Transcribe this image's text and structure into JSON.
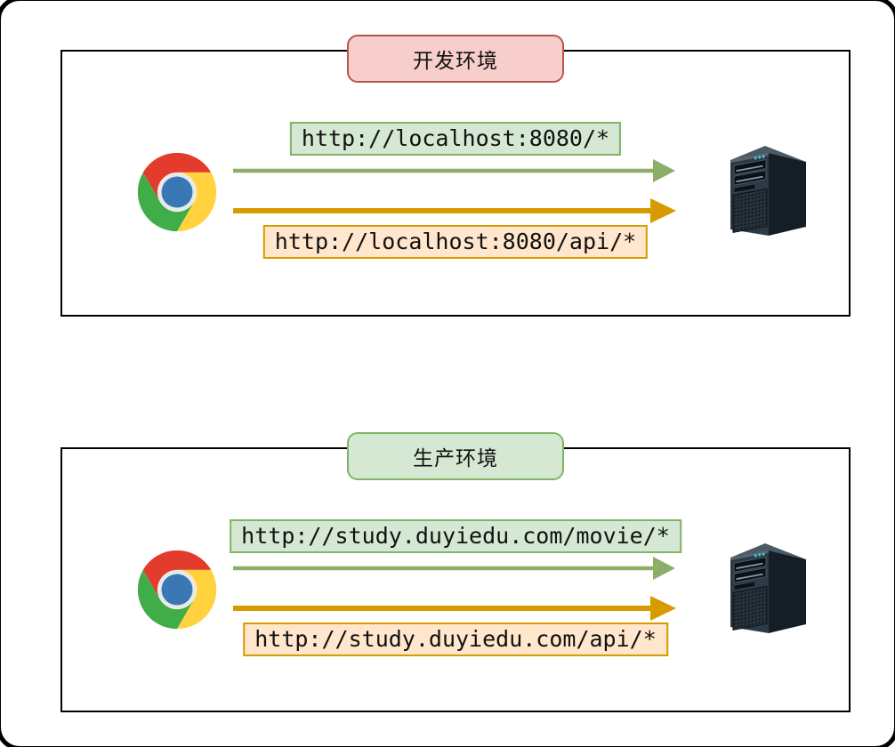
{
  "page": {
    "background": "#ffffff",
    "window_border_color": "#000000",
    "section_border_color": "#000000"
  },
  "icons": {
    "browser": "chrome-browser-icon",
    "server": "server-tower-icon"
  },
  "colors": {
    "green_arrow": "#8CAE68",
    "orange_arrow": "#D79B00",
    "green_box_fill": "#D5E8D4",
    "green_box_border": "#82B366",
    "orange_box_fill": "#FFE6CC",
    "orange_box_border": "#D79B00",
    "red_pill_fill": "#F8CECC",
    "red_pill_border": "#B85450",
    "green_pill_fill": "#D5E8D4",
    "green_pill_border": "#82B366",
    "chrome_red": "#E33B2C",
    "chrome_yellow": "#FFD23E",
    "chrome_green": "#41AD49",
    "chrome_blue": "#3A77B5"
  },
  "sections": [
    {
      "id": "development",
      "title": "开发环境",
      "requests": [
        {
          "url": "http://localhost:8080/*",
          "style": "green"
        },
        {
          "url": "http://localhost:8080/api/*",
          "style": "orange"
        }
      ]
    },
    {
      "id": "production",
      "title": "生产环境",
      "requests": [
        {
          "url": "http://study.duyiedu.com/movie/*",
          "style": "green"
        },
        {
          "url": "http://study.duyiedu.com/api/*",
          "style": "orange"
        }
      ]
    }
  ]
}
